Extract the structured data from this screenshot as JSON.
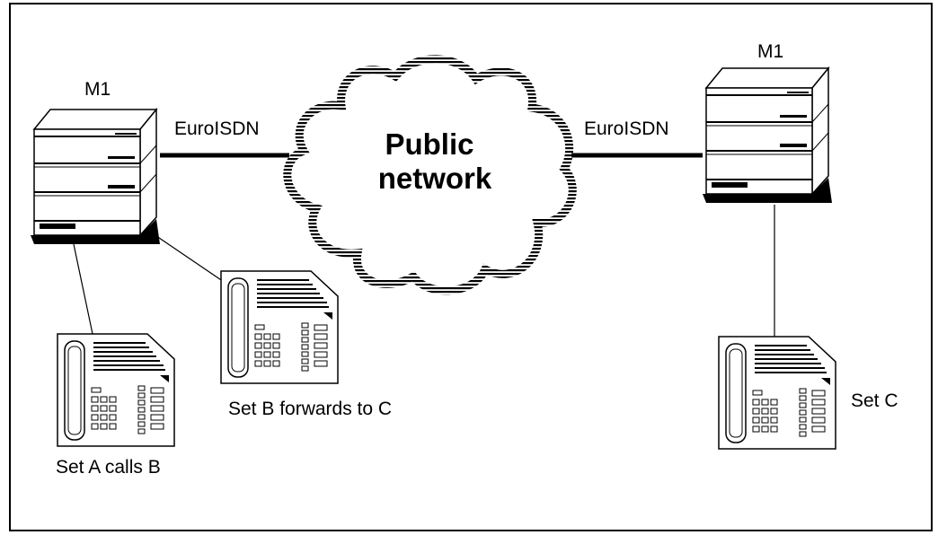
{
  "switch_left": {
    "label": "M1"
  },
  "switch_right": {
    "label": "M1"
  },
  "link_left": {
    "label": "EuroISDN"
  },
  "link_right": {
    "label": "EuroISDN"
  },
  "cloud": {
    "line1": "Public",
    "line2": "network"
  },
  "set_a": {
    "label": "Set A calls B"
  },
  "set_b": {
    "label": "Set B forwards to C"
  },
  "set_c": {
    "label": "Set C"
  }
}
